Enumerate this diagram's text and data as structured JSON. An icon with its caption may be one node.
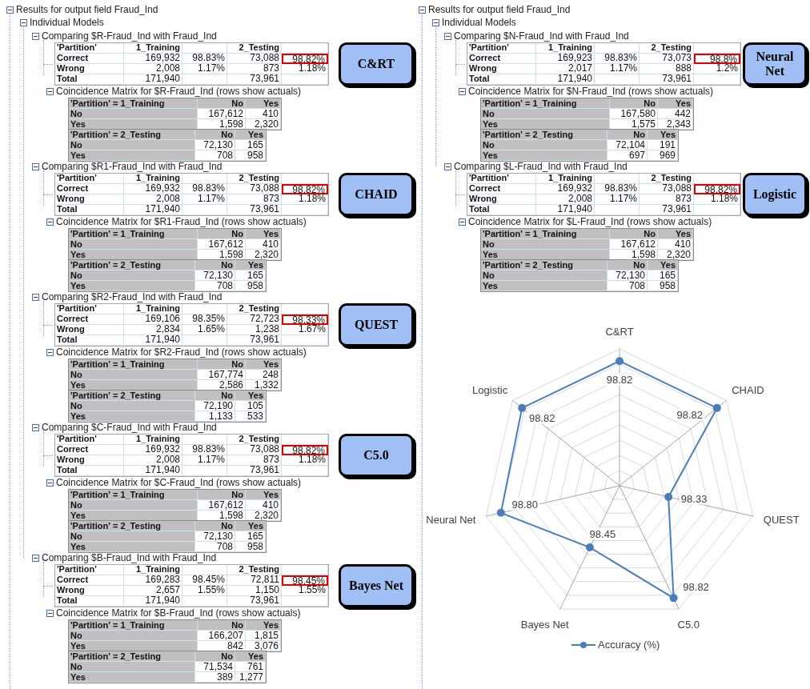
{
  "diagram": {
    "nodes": [
      {
        "text": [
          "C&RT"
        ]
      },
      {
        "text": [
          "CHAID"
        ]
      },
      {
        "text": [
          "QUEST"
        ]
      },
      {
        "text": [
          "C5.0"
        ]
      },
      {
        "text": [
          "Bayes Net"
        ]
      },
      {
        "text": [
          "Neural Net"
        ]
      },
      {
        "text": [
          "Logistic"
        ]
      }
    ],
    "labels": [
      "Results for output field Fraud_Ind",
      "Individual Models",
      "Comparing $R-Fraud_Ind with Fraud_Ind",
      "'Partition'",
      "1_Training",
      "2_Testing",
      "Correct",
      "169,932",
      "98.83%",
      "73,088",
      "98.82%",
      "Wrong",
      "2,008",
      "1.17%",
      "873",
      "1.18%",
      "Total",
      "171,940",
      "73,961",
      "Coincidence Matrix for $R-Fraud_Ind (rows show actuals)",
      "'Partition' = 1_Training",
      "No",
      "Yes",
      "No",
      "167,612",
      "410",
      "Yes",
      "1,598",
      "2,320",
      "'Partition' = 2_Testing",
      "No",
      "Yes",
      "No",
      "72,130",
      "165",
      "Yes",
      "708",
      "958",
      "Comparing $R1-Fraud_Ind with Fraud_Ind",
      "'Partition'",
      "1_Training",
      "2_Testing",
      "Correct",
      "169,932",
      "98.83%",
      "73,088",
      "98.82%",
      "Wrong",
      "2,008",
      "1.17%",
      "873",
      "1.18%",
      "Total",
      "171,940",
      "73,961",
      "Coincidence Matrix for $R1-Fraud_Ind (rows show actuals)",
      "'Partition' = 1_Training",
      "No",
      "Yes",
      "No",
      "167,612",
      "410",
      "Yes",
      "1,598",
      "2,320",
      "'Partition' = 2_Testing",
      "No",
      "Yes",
      "No",
      "72,130",
      "165",
      "Yes",
      "708",
      "958",
      "Comparing $R2-Fraud_Ind with Fraud_Ind",
      "'Partition'",
      "1_Training",
      "2_Testing",
      "Correct",
      "169,106",
      "98.35%",
      "72,723",
      "98.33%",
      "Wrong",
      "2,834",
      "1.65%",
      "1,238",
      "1.67%",
      "Total",
      "171,940",
      "73,961",
      "Coincidence Matrix for $R2-Fraud_Ind (rows show actuals)",
      "'Partition' = 1_Training",
      "No",
      "Yes",
      "No",
      "167,774",
      "248",
      "Yes",
      "2,586",
      "1,332",
      "'Partition' = 2_Testing",
      "No",
      "Yes",
      "No",
      "72,190",
      "105",
      "Yes",
      "1,133",
      "533",
      "Comparing $C-Fraud_Ind with Fraud_Ind",
      "'Partition'",
      "1_Training",
      "2_Testing",
      "Correct",
      "169,932",
      "98.83%",
      "73,088",
      "98.82%",
      "Wrong",
      "2,008",
      "1.17%",
      "873",
      "1.18%",
      "Total",
      "171,940",
      "73,961",
      "Coincidence Matrix for $C-Fraud_Ind (rows show actuals)",
      "'Partition' = 1_Training",
      "No",
      "Yes",
      "No",
      "167,612",
      "410",
      "Yes",
      "1,598",
      "2,320",
      "'Partition' = 2_Testing",
      "No",
      "Yes",
      "No",
      "72,130",
      "165",
      "Yes",
      "708",
      "958",
      "Comparing $B-Fraud_Ind with Fraud_Ind",
      "'Partition'",
      "1_Training",
      "2_Testing",
      "Correct",
      "169,283",
      "98.45%",
      "72,811",
      "98.45%",
      "Wrong",
      "2,657",
      "1.55%",
      "1,150",
      "1.55%",
      "Total",
      "171,940",
      "73,961",
      "Coincidence Matrix for $B-Fraud_Ind (rows show actuals)",
      "'Partition' = 1_Training",
      "No",
      "Yes",
      "No",
      "166,207",
      "1,815",
      "Yes",
      "842",
      "3,076",
      "'Partition' = 2_Testing",
      "No",
      "Yes",
      "No",
      "71,534",
      "761",
      "Yes",
      "389",
      "1,277",
      "Results for output field Fraud_Ind",
      "Individual Models",
      "Comparing $N-Fraud_Ind with Fraud_Ind",
      "'Partition'",
      "1_Training",
      "2_Testing",
      "Correct",
      "169,923",
      "98.83%",
      "73,073",
      "98.8%",
      "Wrong",
      "2,017",
      "1.17%",
      "888",
      "1.2%",
      "Total",
      "171,940",
      "73,961",
      "Coincidence Matrix for $N-Fraud_Ind (rows show actuals)",
      "'Partition' = 1_Training",
      "No",
      "Yes",
      "No",
      "167,580",
      "442",
      "Yes",
      "1,575",
      "2,343",
      "'Partition' = 2_Testing",
      "No",
      "Yes",
      "No",
      "72,104",
      "191",
      "Yes",
      "697",
      "969",
      "Comparing $L-Fraud_Ind with Fraud_Ind",
      "'Partition'",
      "1_Training",
      "2_Testing",
      "Correct",
      "169,932",
      "98.83%",
      "73,088",
      "98.82%",
      "Wrong",
      "2,008",
      "1.17%",
      "873",
      "1.18%",
      "Total",
      "171,940",
      "73,961",
      "Coincidence Matrix for $L-Fraud_Ind (rows show actuals)",
      "'Partition' = 1_Training",
      "No",
      "Yes",
      "No",
      "167,612",
      "410",
      "Yes",
      "1,598",
      "2,320",
      "'Partition' = 2_Testing",
      "No",
      "Yes",
      "No",
      "72,130",
      "165",
      "Yes",
      "708",
      "958",
      "C&RT",
      "98.82",
      "CHAID",
      "98.82",
      "QUEST",
      "98.33",
      "C5.0",
      "98.82",
      "Bayes Net",
      "98.45",
      "Neural Net",
      "98.80",
      "Logistic",
      "98.82"
    ],
    "legend": [
      {
        "text": "Accuracy (%)"
      }
    ]
  }
}
